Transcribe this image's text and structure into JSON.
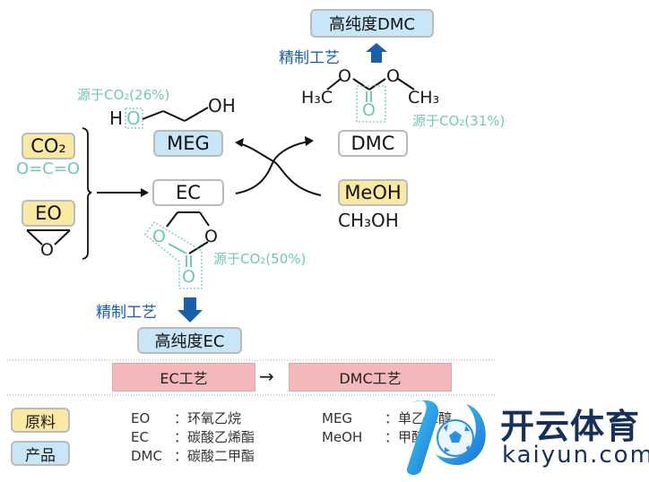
{
  "top": {
    "product_dmc": "高纯度DMC",
    "refine_label": "精制工艺",
    "dmc_structure": {
      "left": "H₃C",
      "right": "CH₃",
      "o1": "O",
      "o2": "O",
      "o3": "O"
    },
    "dmc_co2_note": "源于CO₂(31%)"
  },
  "meg": {
    "co2_note": "源于CO₂(26%)",
    "structure_left": "H",
    "structure_o": "O",
    "structure_right": "OH",
    "label": "MEG"
  },
  "raw": {
    "co2_label": "CO₂",
    "co2_formula": "O=C=O",
    "eo_label": "EO",
    "eo_o": "O"
  },
  "ec": {
    "label": "EC",
    "o_left": "O",
    "o_right": "O",
    "o_bottom": "O",
    "co2_note": "源于CO₂(50%)",
    "refine_label": "精制工艺",
    "product": "高纯度EC"
  },
  "dmc": {
    "label": "DMC",
    "meoh_label": "MeOH",
    "meoh_formula": "CH₃OH"
  },
  "process": {
    "step1": "EC工艺",
    "arrow": "→",
    "step2": "DMC工艺"
  },
  "legend": {
    "raw_badge": "原料",
    "product_badge": "产品",
    "entries_left": [
      {
        "abbr": "EO",
        "name": "：环氧乙烷"
      },
      {
        "abbr": "EC",
        "name": "：碳酸乙烯酯"
      },
      {
        "abbr": "DMC",
        "name": "：碳酸二甲酯"
      }
    ],
    "entries_right": [
      {
        "abbr": "MEG",
        "name": "：单乙二醇"
      },
      {
        "abbr": "MeOH",
        "name": "：甲醇"
      }
    ]
  },
  "watermark": {
    "brand_cn": "开云体育",
    "brand_en": "kaiyun.com"
  },
  "colors": {
    "teal": "#72c9ac",
    "navy_arrow": "#1a5fa8",
    "product_blue": "#c8e6f7",
    "raw_yellow": "#fae9a2",
    "process_pink": "#f2b8ba"
  }
}
